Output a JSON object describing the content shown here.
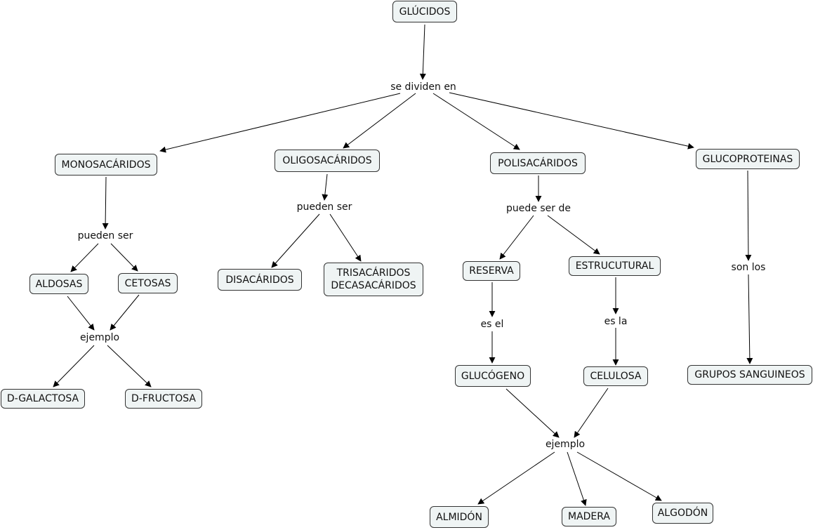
{
  "concepts": {
    "glucidos": "GLÚCIDOS",
    "monosacaridos": "MONOSACÁRIDOS",
    "oligosacaridos": "OLIGOSACÁRIDOS",
    "polisacaridos": "POLISACÁRIDOS",
    "glucoproteinas": "GLUCOPROTEINAS",
    "aldosas": "ALDOSAS",
    "cetosas": "CETOSAS",
    "d_galactosa": "D-GALACTOSA",
    "d_fructosa": "D-FRUCTOSA",
    "disacaridos": "DISACÁRIDOS",
    "trisacaridos": "TRISACÁRIDOS\nDECASACÁRIDOS",
    "reserva": "RESERVA",
    "estrucutural": "ESTRUCUTURAL",
    "glucogeno": "GLUCÓGENO",
    "celulosa": "CELULOSA",
    "grupos_sanguineos": "GRUPOS SANGUINEOS",
    "almidon": "ALMIDÓN",
    "madera": "MADERA",
    "algodon": "ALGODÓN"
  },
  "linking_phrases": {
    "se_dividen_en": "se dividen en",
    "pueden_ser_mono": "pueden ser",
    "pueden_ser_oligo": "pueden ser",
    "puede_ser_de": "puede ser de",
    "son_los": "son los",
    "ejemplo_mono": "ejemplo",
    "es_el": "es el",
    "es_la": "es la",
    "ejemplo_poli": "ejemplo"
  },
  "colors": {
    "node_fill": "#eff4f4",
    "node_border": "#333333",
    "link": "#000000"
  }
}
